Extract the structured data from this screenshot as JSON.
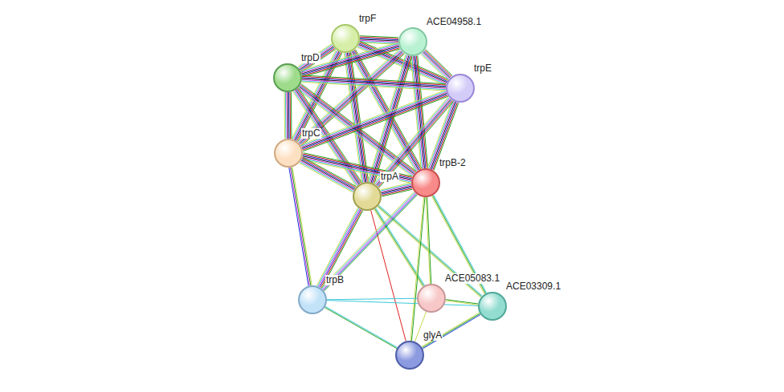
{
  "diagram": {
    "nodes": [
      {
        "text": [
          "trpF"
        ]
      },
      {
        "text": [
          "ACE04958.1"
        ]
      },
      {
        "text": [
          "trpD"
        ]
      },
      {
        "text": [
          "trpE"
        ]
      },
      {
        "text": [
          "trpC"
        ]
      },
      {
        "text": [
          "trpB-2"
        ]
      },
      {
        "text": [
          "trpA"
        ]
      },
      {
        "text": [
          "trpB"
        ]
      },
      {
        "text": [
          "ACE05083.1"
        ]
      },
      {
        "text": [
          "ACE03309.1"
        ]
      },
      {
        "text": [
          "glyA"
        ]
      }
    ],
    "edges": [
      {
        "from": 0,
        "to": 1,
        "arrow": "none"
      },
      {
        "from": 0,
        "to": 2,
        "arrow": "none"
      },
      {
        "from": 0,
        "to": 3,
        "arrow": "none"
      },
      {
        "from": 0,
        "to": 4,
        "arrow": "none"
      },
      {
        "from": 0,
        "to": 5,
        "arrow": "none"
      },
      {
        "from": 0,
        "to": 6,
        "arrow": "none"
      },
      {
        "from": 1,
        "to": 2,
        "arrow": "none"
      },
      {
        "from": 1,
        "to": 3,
        "arrow": "none"
      },
      {
        "from": 1,
        "to": 4,
        "arrow": "none"
      },
      {
        "from": 1,
        "to": 5,
        "arrow": "none"
      },
      {
        "from": 1,
        "to": 6,
        "arrow": "none"
      },
      {
        "from": 2,
        "to": 3,
        "arrow": "none"
      },
      {
        "from": 2,
        "to": 4,
        "arrow": "none"
      },
      {
        "from": 2,
        "to": 5,
        "arrow": "none"
      },
      {
        "from": 2,
        "to": 6,
        "arrow": "none"
      },
      {
        "from": 3,
        "to": 4,
        "arrow": "none"
      },
      {
        "from": 3,
        "to": 5,
        "arrow": "none"
      },
      {
        "from": 3,
        "to": 6,
        "arrow": "none"
      },
      {
        "from": 4,
        "to": 5,
        "arrow": "none"
      },
      {
        "from": 4,
        "to": 6,
        "arrow": "none"
      },
      {
        "from": 4,
        "to": 7,
        "arrow": "none"
      },
      {
        "from": 5,
        "to": 6,
        "arrow": "none"
      },
      {
        "from": 6,
        "to": 7,
        "arrow": "none"
      },
      {
        "from": 6,
        "to": 8,
        "arrow": "none"
      },
      {
        "from": 6,
        "to": 9,
        "arrow": "none"
      },
      {
        "from": 6,
        "to": 10,
        "arrow": "none"
      },
      {
        "from": 5,
        "to": 7,
        "arrow": "none"
      },
      {
        "from": 5,
        "to": 8,
        "arrow": "none"
      },
      {
        "from": 5,
        "to": 9,
        "arrow": "none"
      },
      {
        "from": 5,
        "to": 10,
        "arrow": "none"
      },
      {
        "from": 7,
        "to": 8,
        "arrow": "none"
      },
      {
        "from": 7,
        "to": 9,
        "arrow": "none"
      },
      {
        "from": 7,
        "to": 10,
        "arrow": "none"
      },
      {
        "from": 8,
        "to": 9,
        "arrow": "none"
      },
      {
        "from": 8,
        "to": 10,
        "arrow": "none"
      },
      {
        "from": 9,
        "to": 10,
        "arrow": "none"
      }
    ]
  }
}
